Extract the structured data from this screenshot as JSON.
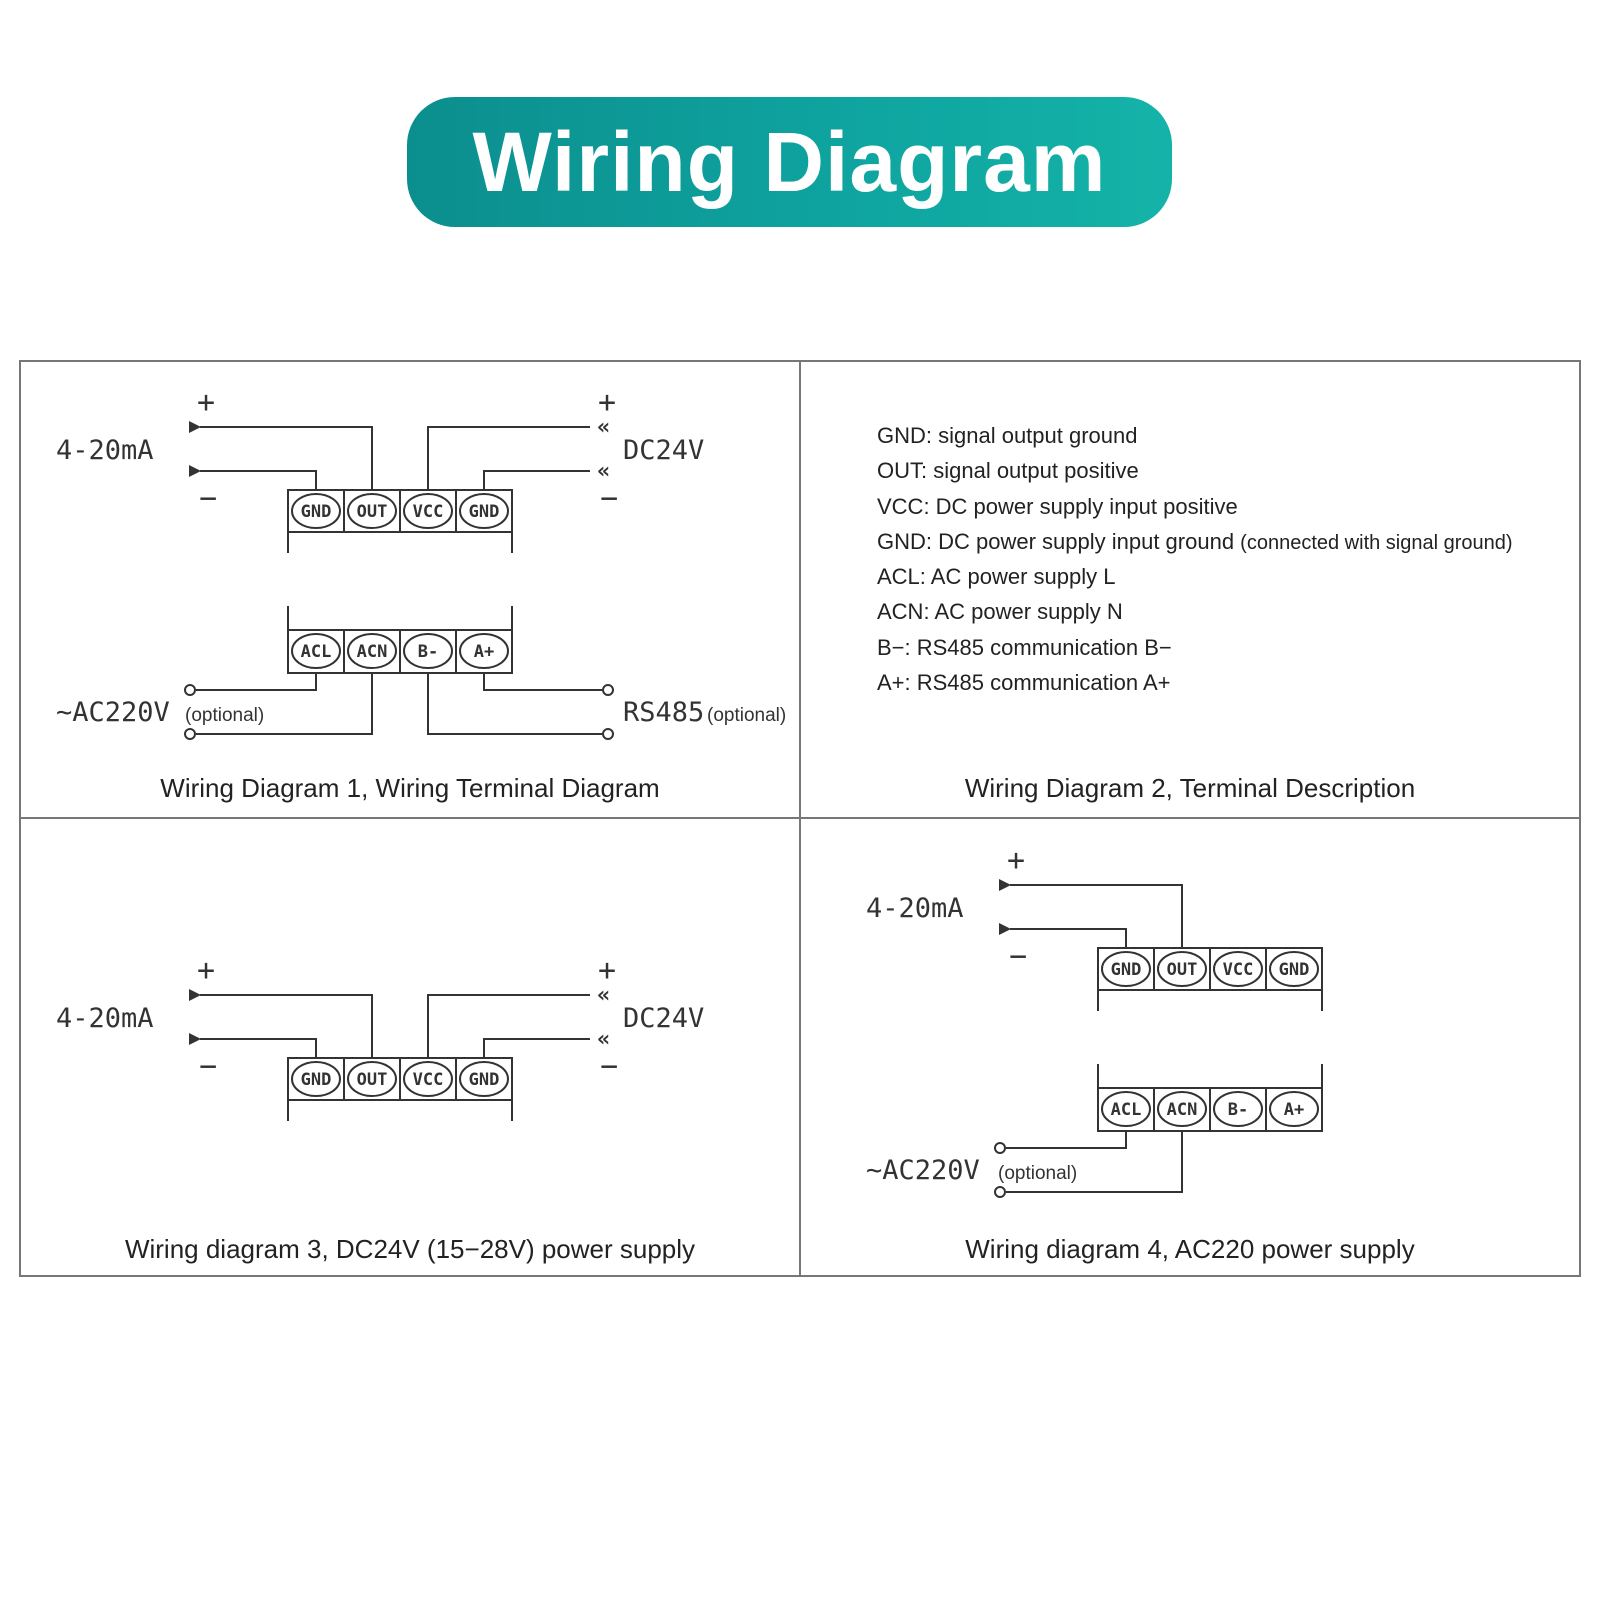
{
  "title": "Wiring Diagram",
  "terminals": {
    "top": [
      "GND",
      "OUT",
      "VCC",
      "GND"
    ],
    "bottom": [
      "ACL",
      "ACN",
      "B-",
      "A+"
    ]
  },
  "labels": {
    "current": "4-20mA",
    "dc": "DC24V",
    "ac": "~AC220V",
    "rs485": "RS485",
    "optional": "(optional)",
    "plus": "+",
    "minus": "−"
  },
  "descriptions": [
    {
      "text": "GND: signal output ground",
      "note": ""
    },
    {
      "text": "OUT: signal output positive",
      "note": ""
    },
    {
      "text": "VCC: DC power supply input positive",
      "note": ""
    },
    {
      "text": "GND: DC power supply input ground ",
      "note": "(connected with signal ground)"
    },
    {
      "text": "ACL: AC power supply L",
      "note": ""
    },
    {
      "text": "ACN: AC power supply N",
      "note": ""
    },
    {
      "text": "B−: RS485 communication B−",
      "note": ""
    },
    {
      "text": "A+: RS485 communication A+",
      "note": ""
    }
  ],
  "captions": {
    "d1": "Wiring Diagram 1, Wiring Terminal Diagram",
    "d2": "Wiring Diagram 2, Terminal Description",
    "d3": "Wiring diagram 3, DC24V (15−28V) power supply",
    "d4": "Wiring diagram 4, AC220 power supply"
  }
}
